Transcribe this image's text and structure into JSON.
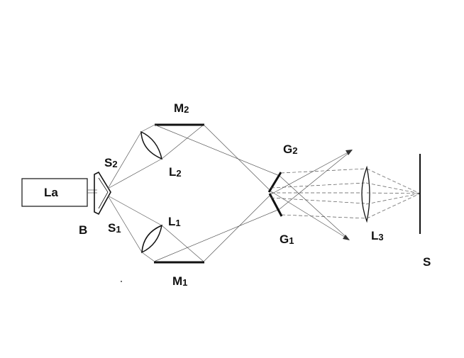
{
  "labels": {
    "laser": "La",
    "beamsplitter": "B",
    "s2_main": "S",
    "s2_sub": "2",
    "s1_main": "S",
    "s1_sub": "1",
    "m2_main": "M",
    "m2_sub": "2",
    "m1_main": "M",
    "m1_sub": "1",
    "l2_main": "L",
    "l2_sub": "2",
    "l1_main": "L",
    "l1_sub": "1",
    "g2_main": "G",
    "g2_sub": "2",
    "g1_main": "G",
    "g1_sub": "1",
    "l3_main": "L",
    "l3_sub": "3",
    "screen": "S"
  }
}
